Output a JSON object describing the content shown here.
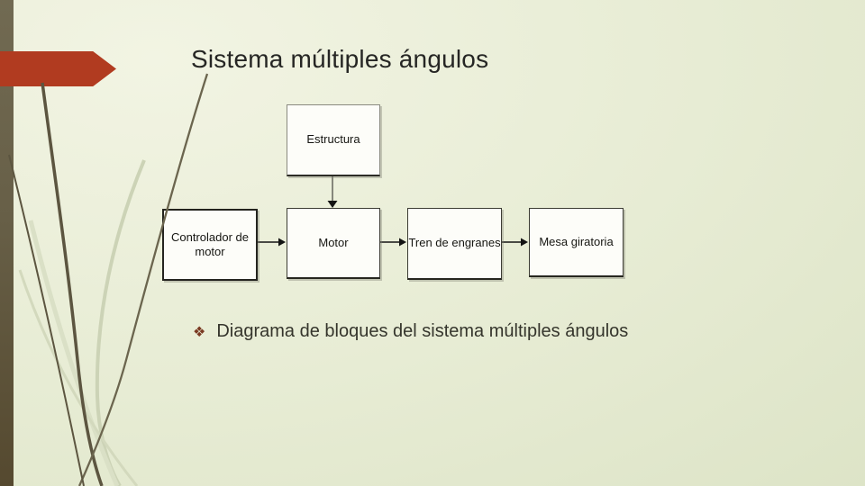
{
  "slide": {
    "title": "Sistema múltiples ángulos"
  },
  "diagram": {
    "boxes": [
      {
        "id": "estructura",
        "label": "Estructura"
      },
      {
        "id": "controlador",
        "label": "Controlador de motor"
      },
      {
        "id": "motor",
        "label": "Motor"
      },
      {
        "id": "tren",
        "label": "Tren de engranes"
      },
      {
        "id": "mesa",
        "label": "Mesa giratoria"
      }
    ],
    "connections": [
      {
        "from": "estructura",
        "to": "motor",
        "direction": "down"
      },
      {
        "from": "controlador",
        "to": "motor",
        "direction": "right"
      },
      {
        "from": "motor",
        "to": "tren",
        "direction": "right"
      },
      {
        "from": "tren",
        "to": "mesa",
        "direction": "right"
      }
    ]
  },
  "bullet": {
    "icon_glyph": "❖",
    "text": "Diagrama de bloques del sistema múltiples ángulos"
  },
  "colors": {
    "background": "#e7ecd4",
    "accent_red": "#b13b20",
    "olive_bar": "#6b6450",
    "grass_dark": "#5c5540",
    "grass_light": "#ccd3b6",
    "title_text": "#262624",
    "body_text": "#35352c",
    "bullet_icon": "#7a3a22",
    "box_border": "#2e2e2a"
  }
}
